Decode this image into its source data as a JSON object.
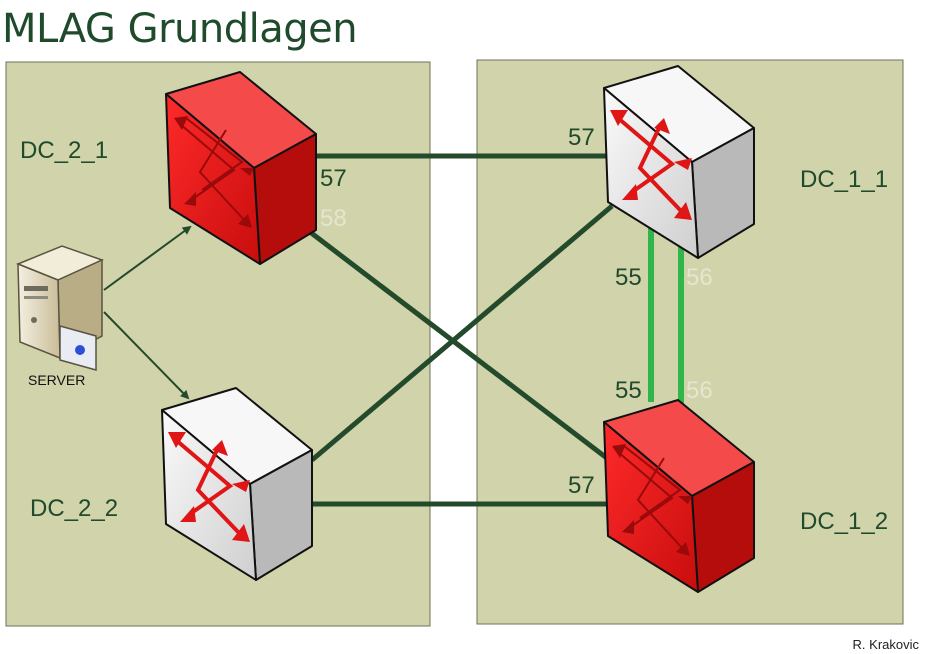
{
  "title": "MLAG Grundlagen",
  "author": "R. Krakovic",
  "colors": {
    "panel_fill": "#d1d3aa",
    "panel_stroke": "#6e7058",
    "link_dark": "#244a2c",
    "link_peer": "#2fb54a",
    "label_dark": "#1f4a2c",
    "label_faint": "#e4e6cf",
    "switch_red": "#e81818",
    "switch_white": "#e8e8e8"
  },
  "server": {
    "label": "SERVER",
    "icon": "server-icon"
  },
  "switches": {
    "dc_2_1": {
      "label": "DC_2_1",
      "color": "red",
      "icon": "switch-icon"
    },
    "dc_2_2": {
      "label": "DC_2_2",
      "color": "white",
      "icon": "switch-icon"
    },
    "dc_1_1": {
      "label": "DC_1_1",
      "color": "white",
      "icon": "switch-icon"
    },
    "dc_1_2": {
      "label": "DC_1_2",
      "color": "red",
      "icon": "switch-icon"
    }
  },
  "ports": {
    "dc21_57": "57",
    "dc21_58": "58",
    "dc11_57": "57",
    "dc11_55": "55",
    "dc11_56": "56",
    "dc12_55": "55",
    "dc12_56": "56",
    "dc12_57": "57"
  }
}
